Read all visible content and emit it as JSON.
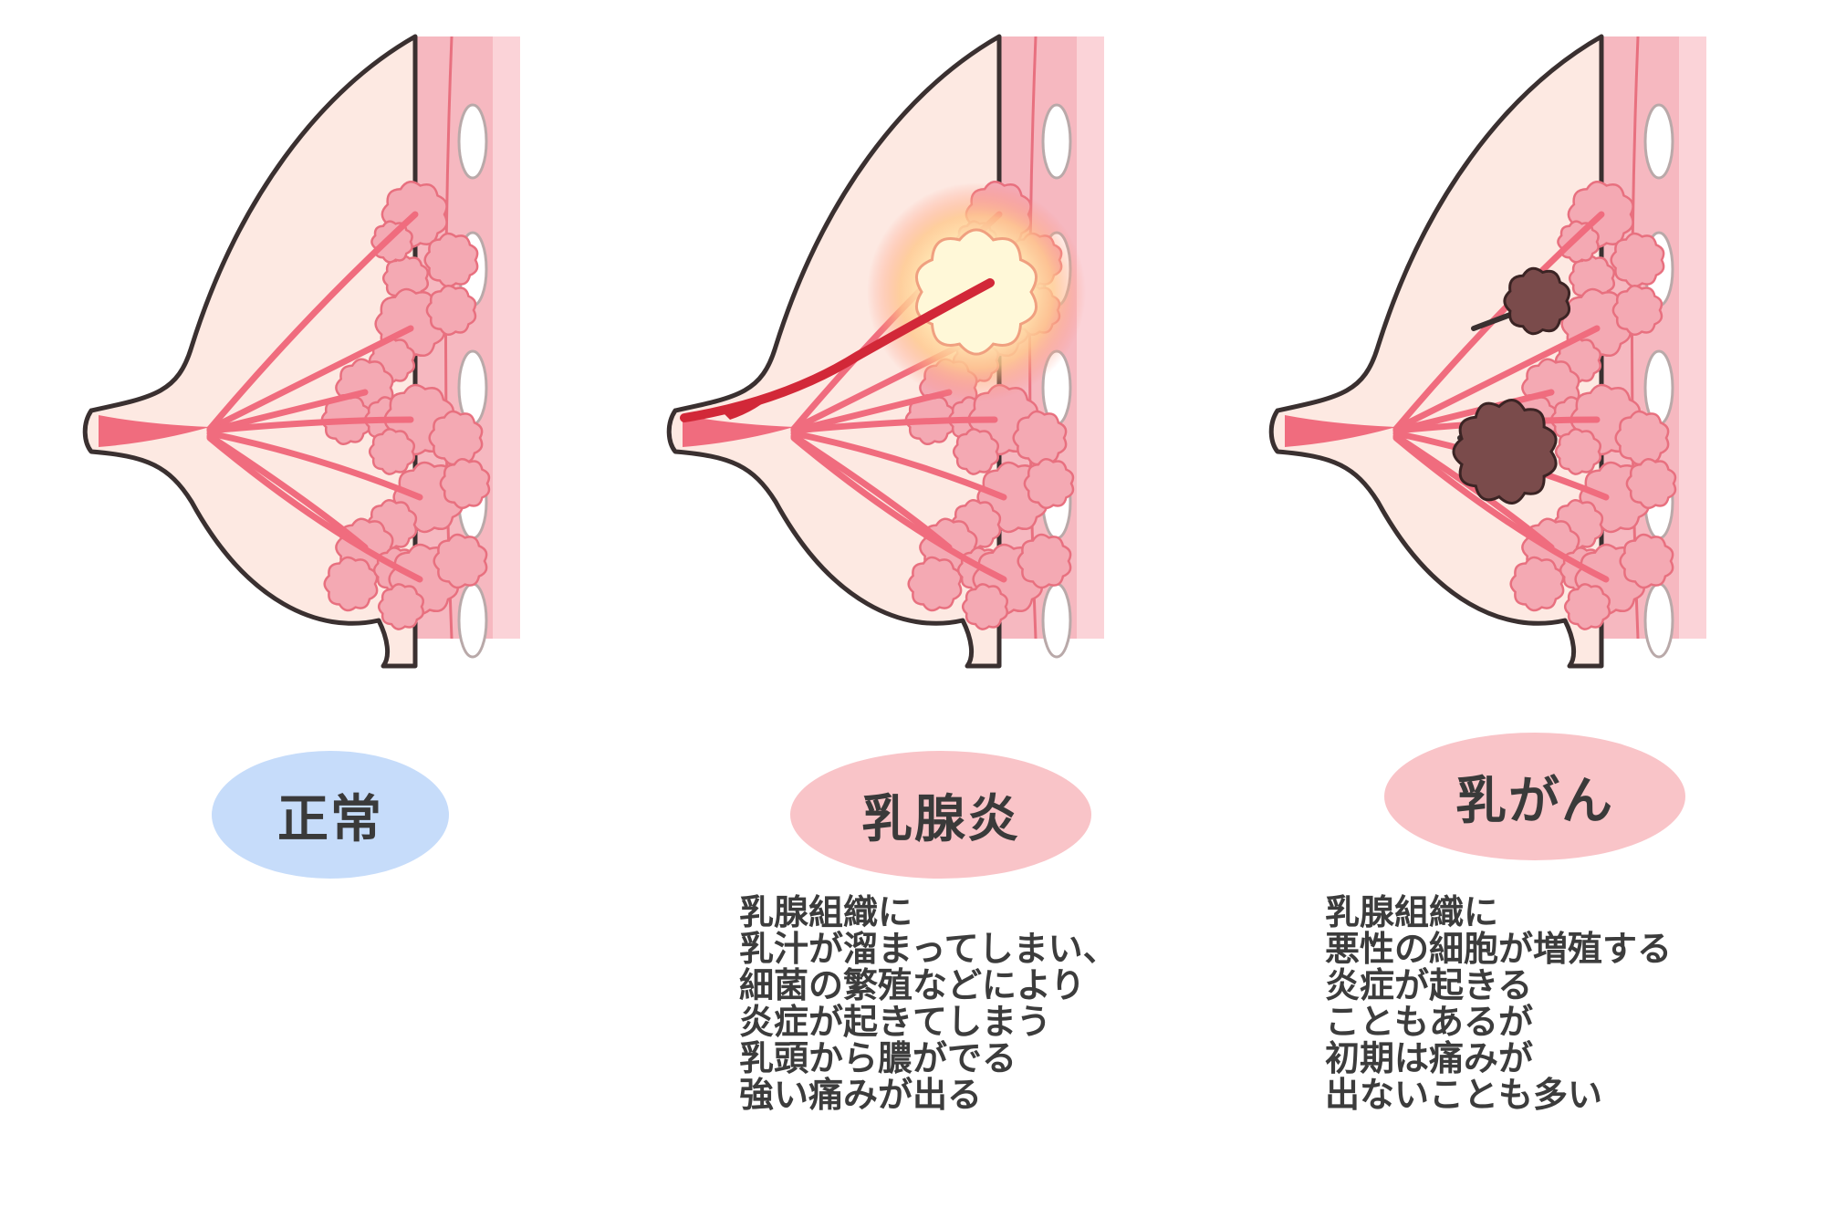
{
  "panels": [
    {
      "id": "normal",
      "label": "正常",
      "label_bg": "#c6dcfa",
      "condition": "normal",
      "description": []
    },
    {
      "id": "mastitis",
      "label": "乳腺炎",
      "label_bg": "#f9c4c8",
      "condition": "inflammation",
      "description": [
        "乳腺組織に",
        "乳汁が溜まってしまい、",
        "細菌の繁殖などにより",
        "炎症が起きてしまう",
        "乳頭から膿がでる",
        "強い痛みが出る"
      ]
    },
    {
      "id": "cancer",
      "label": "乳がん",
      "label_bg": "#f9c4c8",
      "condition": "tumor",
      "description": [
        "乳腺組織に",
        "悪性の細胞が増殖する",
        "炎症が起きる",
        "こともあるが",
        "初期は痛みが",
        "出ないことも多い"
      ]
    }
  ],
  "colors": {
    "skin": "#fde9e2",
    "outline": "#3a3030",
    "gland": "#f4a9b3",
    "gland_edge": "#e8707f",
    "duct": "#f06c7e",
    "muscle": "#f6b8c0",
    "rib": "#ffffff",
    "inflamed_duct": "#d22838",
    "glow": "#fff6c8",
    "tumor": "#7a4b4b"
  }
}
